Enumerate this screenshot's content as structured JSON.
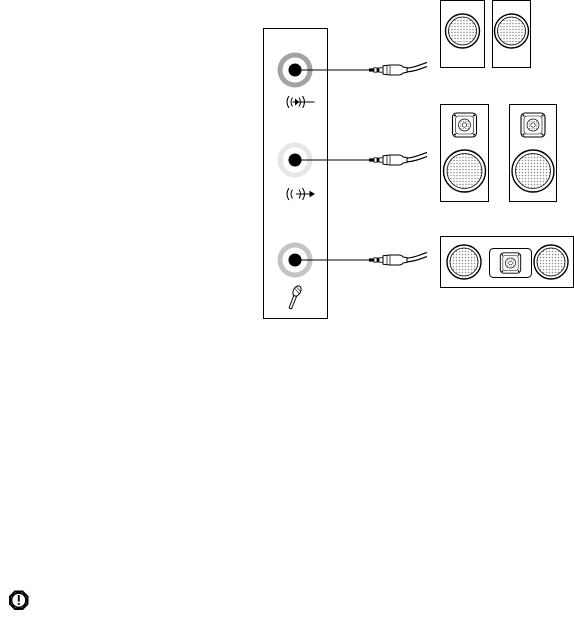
{
  "diagram": {
    "jacks": [
      {
        "role": "line-in",
        "icon": "line-in-waves-icon",
        "ring": "dark-gray"
      },
      {
        "role": "line-out",
        "icon": "line-out-waves-icon",
        "ring": "light-gray"
      },
      {
        "role": "microphone",
        "icon": "microphone-icon",
        "ring": "medium-gray"
      }
    ],
    "speaker_groups": [
      "front-speaker-pair",
      "rear-speaker-pair",
      "center-subwoofer-unit"
    ],
    "notice_icon": "attention-icon",
    "colors": {
      "line": "#000000",
      "ring_dark": "#a3a3a3",
      "ring_light": "#e6e6e6",
      "ring_medium": "#c4c4c4",
      "cone_fill": "#dcdcdc",
      "background": "#ffffff"
    }
  }
}
